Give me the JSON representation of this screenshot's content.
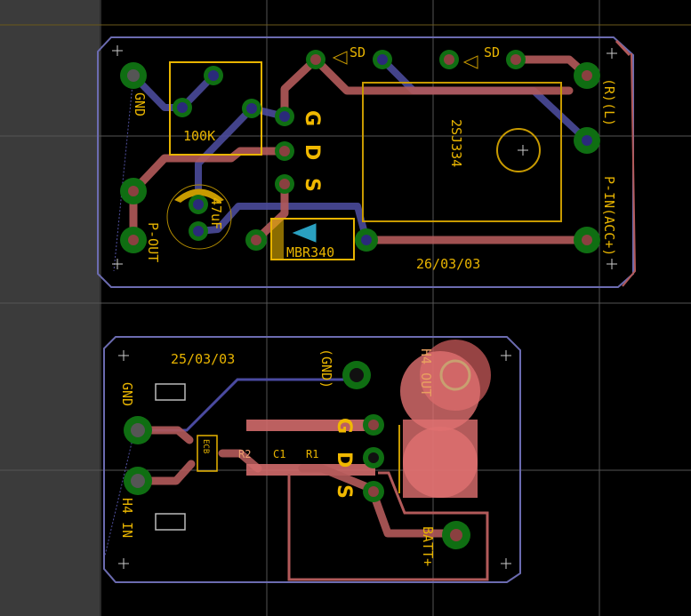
{
  "board_top": {
    "labels": {
      "gnd": "GND",
      "resistor": "100K",
      "capacitor": "47uF",
      "p_out": "P-OUT",
      "g": "G",
      "d": "D",
      "s": "S",
      "sd1": "SD",
      "sd2": "SD",
      "diode": "MBR340",
      "mosfet": "2SJ334",
      "rl": "(R)(L)",
      "p_in": "P-IN(ACC+)",
      "date": "26/03/03"
    }
  },
  "board_bottom": {
    "labels": {
      "date": "25/03/03",
      "gnd_paren": "(GND)",
      "gnd": "GND",
      "h4_in": "H4 IN",
      "h4_out": "H4 OUT",
      "transistor": "ECB",
      "r2": "R2",
      "c1": "C1",
      "r1": "R1",
      "g": "G",
      "d": "D",
      "s": "S",
      "batt": "BATT+"
    }
  },
  "colors": {
    "background": "#000000",
    "top_copper": "#b25a5a",
    "bottom_copper": "#4a4a9a",
    "silkscreen": "#e8b400",
    "pad": "#0f6e12"
  }
}
